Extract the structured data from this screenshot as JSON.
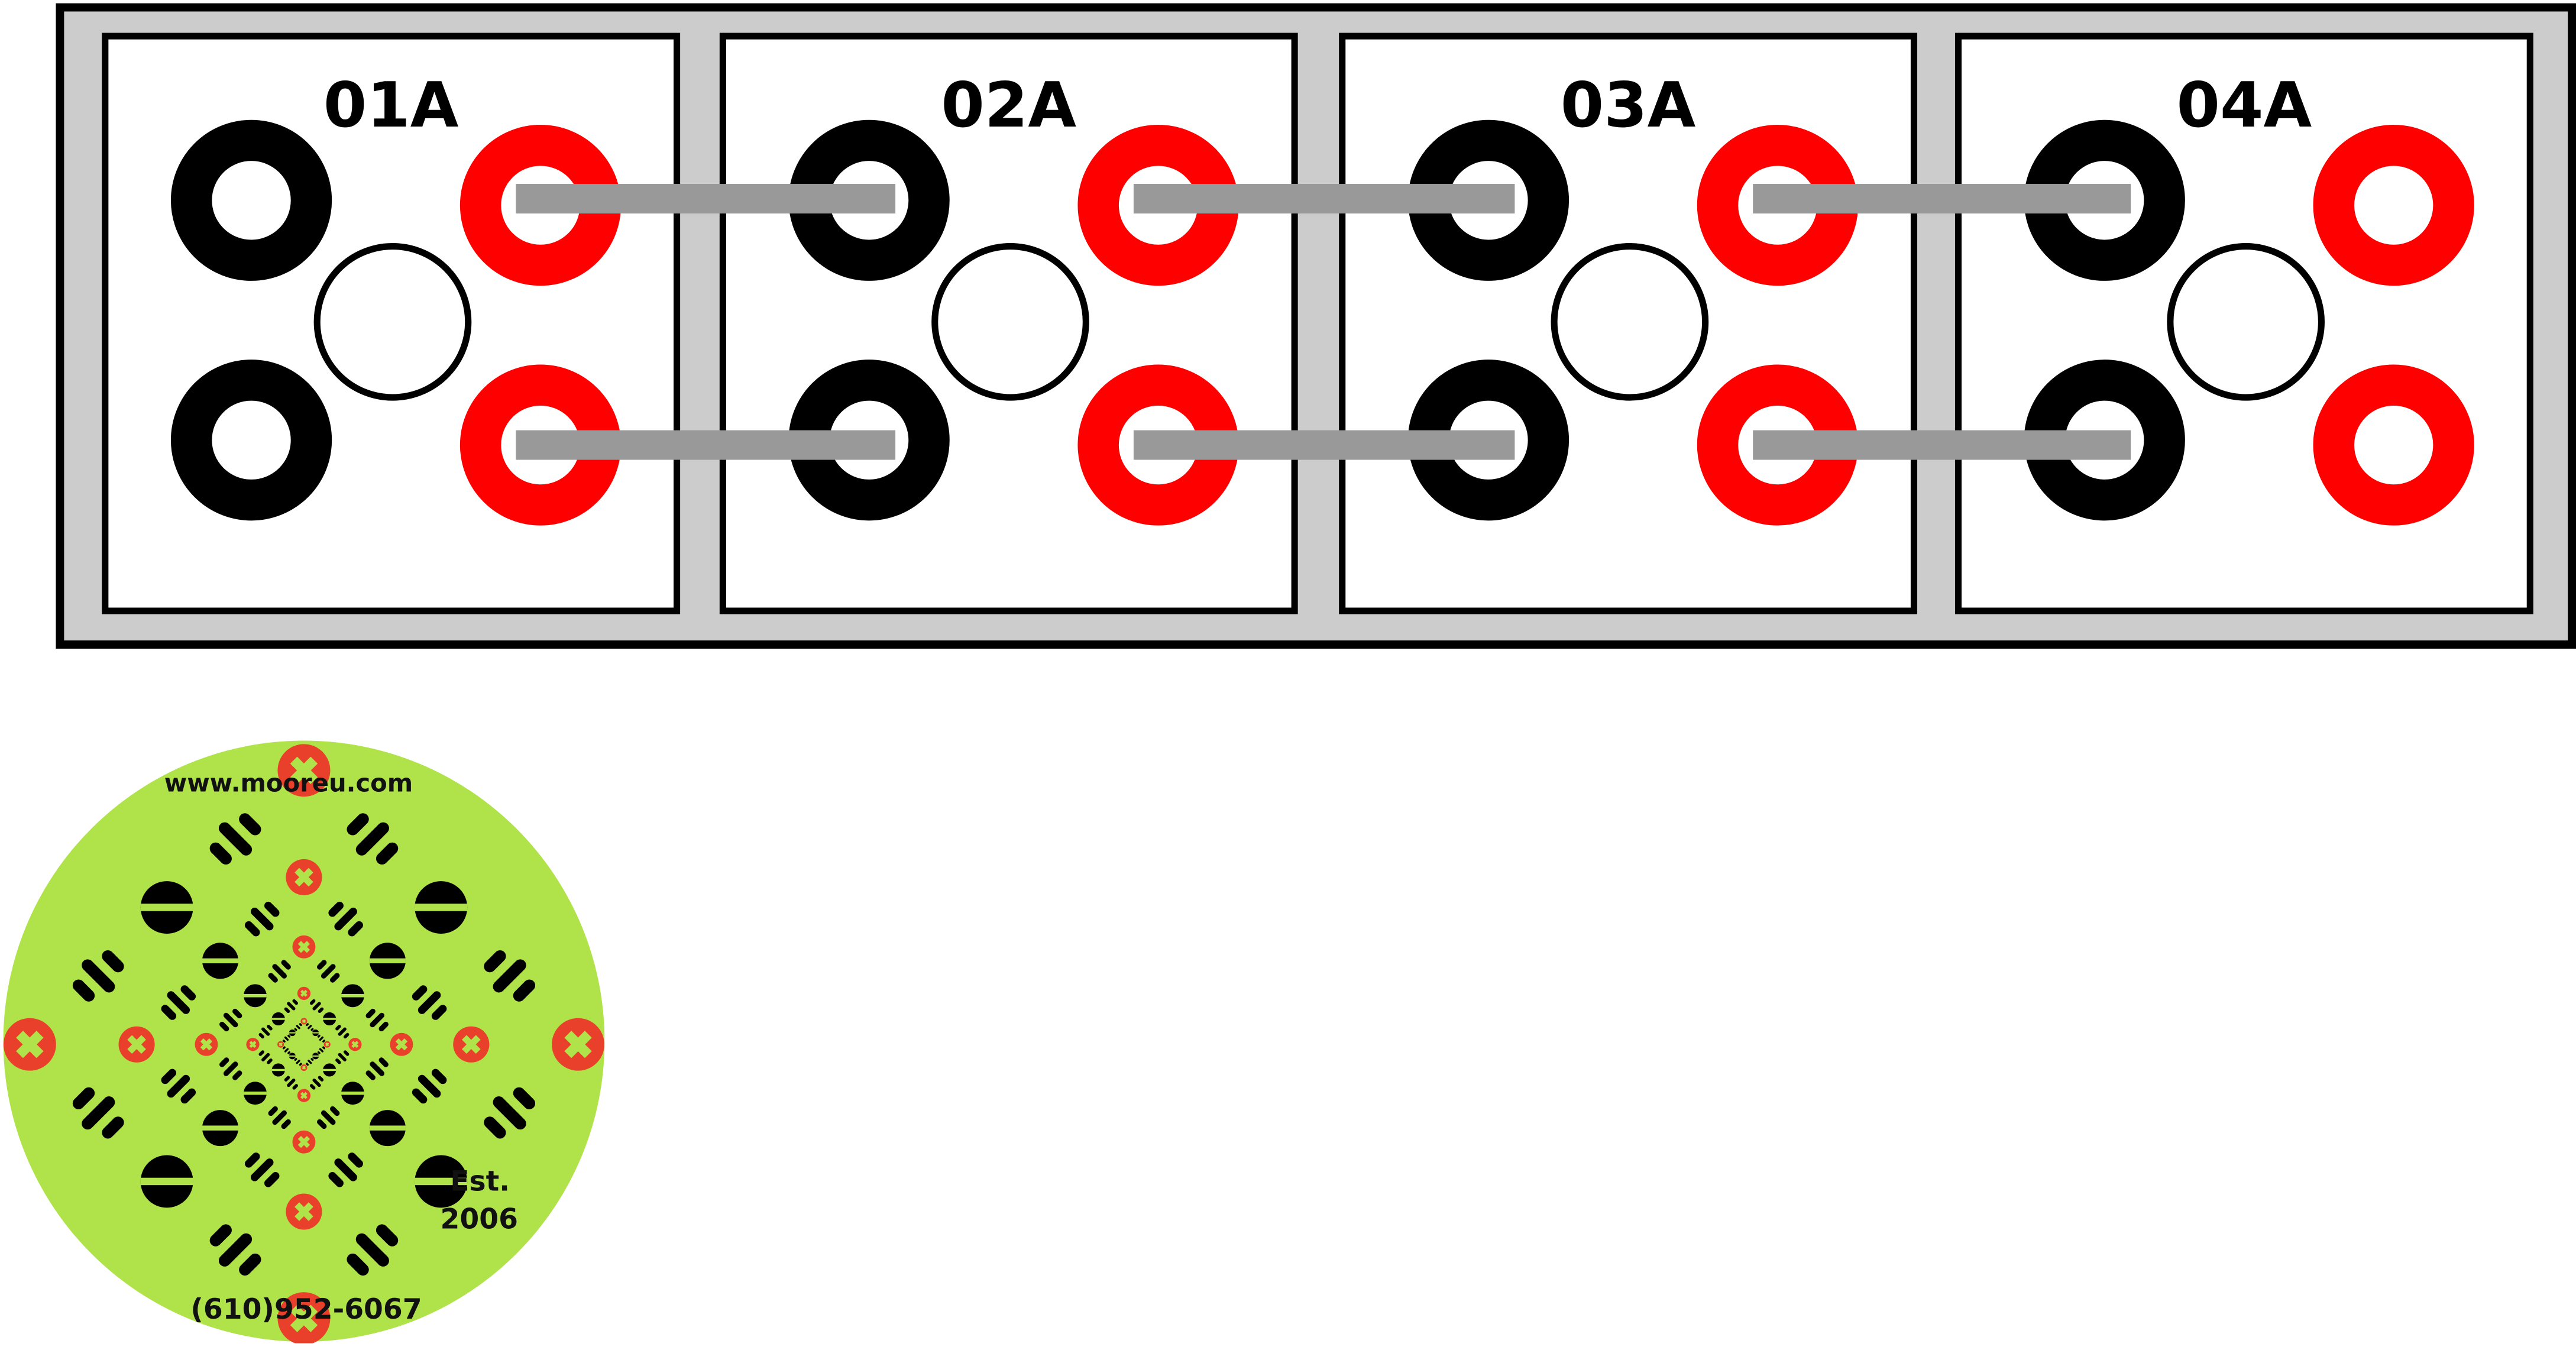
{
  "diagram": {
    "title": "Battery cell wiring layout",
    "cells": [
      {
        "label": "01A"
      },
      {
        "label": "02A"
      },
      {
        "label": "03A"
      },
      {
        "label": "04A"
      }
    ],
    "terminal_colors": {
      "negative": "#000000",
      "positive": "#ff0000",
      "connector": "#999999",
      "tray": "#cccccc"
    },
    "terminals_per_cell": [
      "negative-top",
      "positive-top",
      "vent",
      "negative-bottom",
      "positive-bottom"
    ],
    "connections": [
      {
        "from": "01A positive-top",
        "to": "02A negative-top"
      },
      {
        "from": "01A positive-bottom",
        "to": "02A negative-bottom"
      },
      {
        "from": "02A positive-top",
        "to": "03A negative-top"
      },
      {
        "from": "02A positive-bottom",
        "to": "03A negative-bottom"
      },
      {
        "from": "03A positive-top",
        "to": "04A negative-top"
      },
      {
        "from": "03A positive-bottom",
        "to": "04A negative-bottom"
      }
    ]
  },
  "logo": {
    "website": "www.mooreu.com",
    "est_label": "Est.",
    "est_year": "2006",
    "phone": "(610)952-6067",
    "background_color": "#b0e24a",
    "accent_color": "#e8402a"
  }
}
